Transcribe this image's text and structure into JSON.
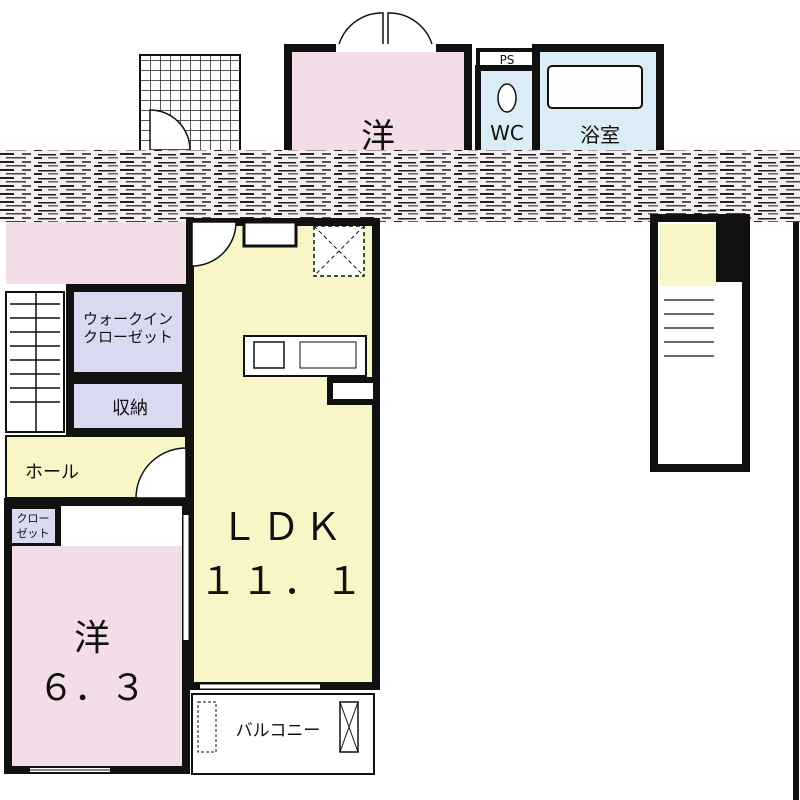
{
  "rooms": {
    "west_upper": {
      "label": "洋"
    },
    "wc": {
      "label": "WC"
    },
    "bath": {
      "label": "浴室"
    },
    "ps": {
      "label": "PS"
    },
    "walk_in_closet": {
      "line1": "ウォークイン",
      "line2": "クローゼット"
    },
    "storage": {
      "label": "収納"
    },
    "hall": {
      "label": "ホール"
    },
    "closet": {
      "line1": "クロー",
      "line2": "ゼット"
    },
    "ldk": {
      "label": "ＬＤＫ",
      "size": "１１．１"
    },
    "west_lower": {
      "label": "洋",
      "size": "６．３"
    },
    "balcony": {
      "label": "バルコニー"
    }
  },
  "colors": {
    "wall": "#111111",
    "western_room": "#f3dde8",
    "ldk": "#f8f6c6",
    "closet": "#d9d9f2",
    "wet_area": "#dcecf6",
    "hall": "#f8f6c6",
    "balcony": "#ffffff"
  }
}
